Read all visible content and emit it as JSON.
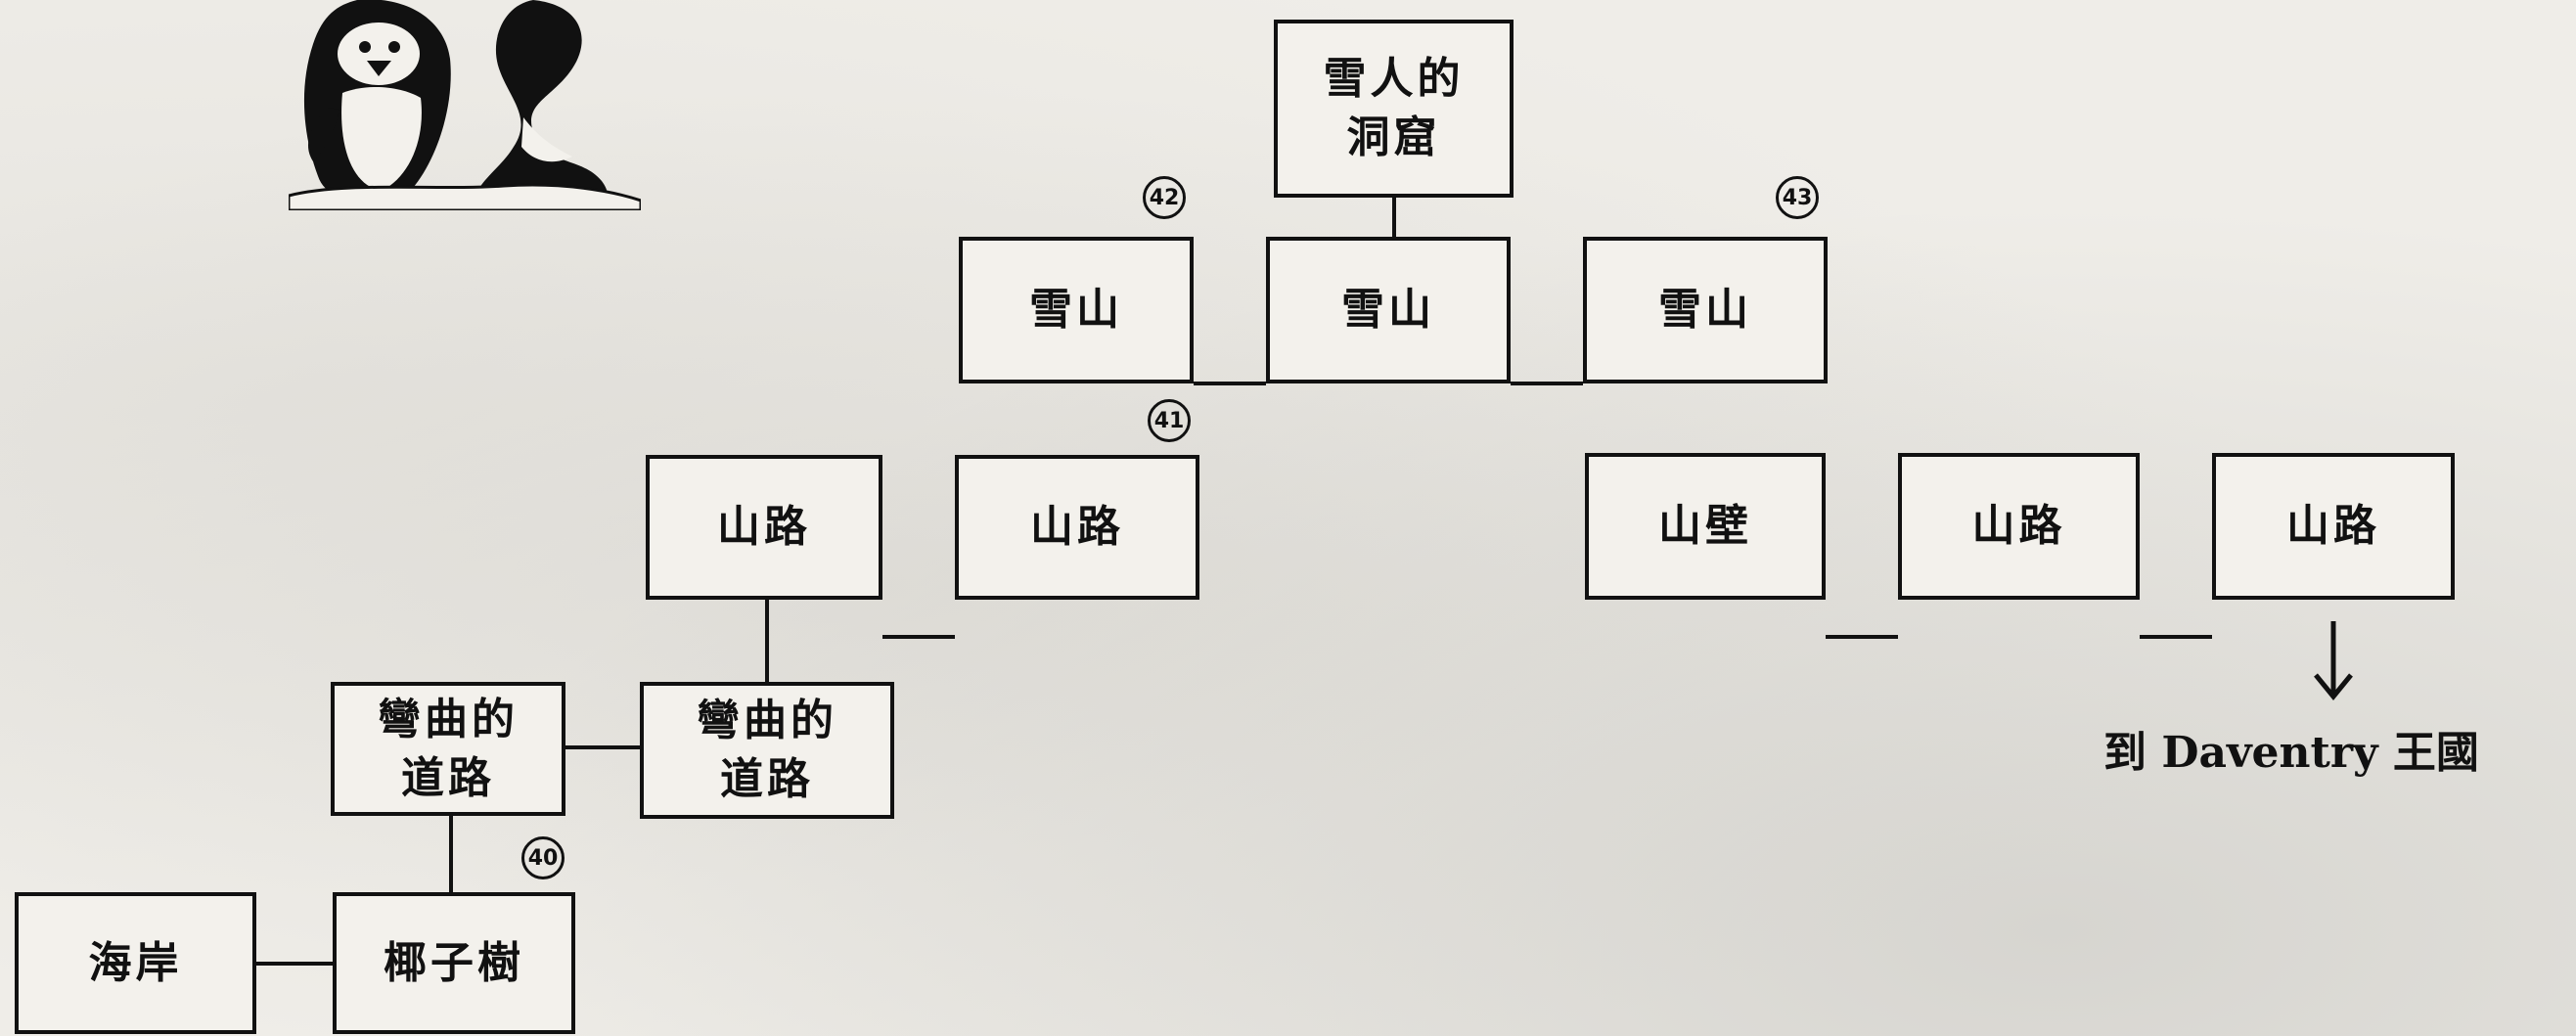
{
  "nodes": {
    "yeti_cave": "雪人的\n洞窟",
    "snow_mountain_1": "雪山",
    "snow_mountain_2": "雪山",
    "snow_mountain_3": "雪山",
    "mountain_path_1": "山路",
    "mountain_path_2": "山路",
    "cliff_wall": "山壁",
    "mountain_path_3": "山路",
    "mountain_path_4": "山路",
    "winding_road_1": "彎曲的\n道路",
    "winding_road_2": "彎曲的\n道路",
    "coast": "海岸",
    "coconut_tree": "椰子樹"
  },
  "markers": {
    "m40": "40",
    "m41": "41",
    "m42": "42",
    "m43": "43"
  },
  "destination": "到 Daventry 王國",
  "icons": {
    "penguin": "penguin-illustration-icon",
    "arrow": "down-arrow-icon"
  }
}
